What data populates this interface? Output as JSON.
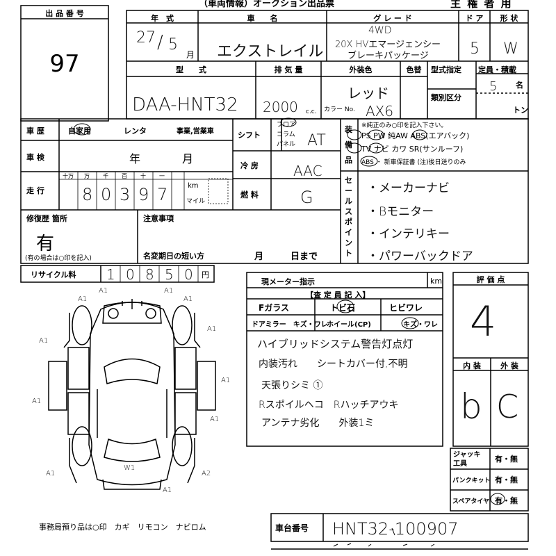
{
  "header": {
    "title_cut": "（車両情報）オークション出品票",
    "right_title": "主 権 者 用",
    "lot_label": "出 品 番 号",
    "lot_number": "97"
  },
  "vehicle": {
    "year_label": "年　式",
    "year_value": "27",
    "year_sep": "/",
    "month_value": "5",
    "month_unit": "月",
    "name_label": "車　　名",
    "name_value": "エクストレイル",
    "grade_label": "グ レ ー ド",
    "grade_lines": [
      "4WD",
      "20X HVエマージェンシー",
      "ブレーキパッケージ"
    ],
    "doors_label": "ド ア",
    "doors_value": "5",
    "shape_label": "形 状",
    "shape_value": "W",
    "model_label": "型　　式",
    "model_value": "DAA-HNT32",
    "displacement_label": "排 気 量",
    "displacement_value": "2000",
    "cc_unit": "c.c.",
    "color_label": "外装色",
    "color_value": "レッド",
    "color_code_label": "カラー No.",
    "color_code_value": "AX6",
    "color_change_label": "色替",
    "type_designation_label": "型式指定",
    "category_label": "類別区分",
    "capacity_label": "定員・積載",
    "capacity_value": "5",
    "capacity_unit": "名",
    "ton_unit": "トン"
  },
  "history": {
    "label": "車 歴",
    "options": [
      "自家用",
      "レンタ",
      "事業,営業車"
    ],
    "shaken_label": "車 検",
    "shaken_year": "年",
    "shaken_month": "月",
    "mileage_label": "走 行",
    "digit_units": [
      "十万",
      "万",
      "千",
      "百",
      "十",
      "一"
    ],
    "mileage_digits": [
      "8",
      "0",
      "3",
      "9",
      "7"
    ],
    "km_label": "km",
    "mile_label": "マイル"
  },
  "specs": {
    "shift_label": "シフト",
    "shift_options": [
      "フロア",
      "コラム",
      "パネル"
    ],
    "shift_value": "AT",
    "ac_label": "冷 房",
    "ac_value": "AAC",
    "fuel_label": "燃 料",
    "fuel_value": "G"
  },
  "equipment": {
    "label": "装備品",
    "note": "※純正のみ○印を記入下さい。",
    "line1": "PS PW 純AW ABS(エアバック)",
    "line2": "TV ナビ カワ SR(サンルーフ)",
    "line3": "ABS ・ 新車保証書 (注)後日送りのみ"
  },
  "sales_points": {
    "label": "セールスポイント",
    "items": [
      "・メーカーナビ",
      "・Bモニター",
      "・インテリキー",
      "・パワーバックドア"
    ]
  },
  "repair": {
    "label": "修復歴 箇所",
    "value": "有",
    "note": "(有の場合は○印を記入)"
  },
  "notes": {
    "label": "注意事項",
    "deadline_label": "名変期日の短い方",
    "month": "月",
    "day_until": "日まで"
  },
  "recycle": {
    "label": "リサイクル料",
    "digits": [
      "1",
      "0",
      "8",
      "5",
      "0"
    ],
    "unit": "円"
  },
  "diagram": {
    "marks": [
      "A1",
      "A1",
      "A1",
      "A1",
      "A1",
      "A1",
      "A1",
      "A1",
      "A1",
      "A1",
      "A2",
      "A1",
      "W1"
    ],
    "footer": "事務局預り品は○印　カギ　リモコン　ナビロム"
  },
  "inspection": {
    "meter_label": "現メーター指示",
    "km_unit": "km",
    "inspector_label": "【査 定 員 記 入】",
    "row1": [
      "Fガラス",
      "トビ石",
      "ヒビワレ"
    ],
    "row2": [
      "ドアミラー　キズ・ワレ",
      "ホイール(CP)",
      "キズ・ワレ"
    ],
    "remarks": [
      "ハイブリッドシステム警告灯点灯",
      "内装汚れ　　シートカバー付,不明",
      "天張りシミ ①",
      "Rスポイルヘコ　Rハッチアウキ",
      "アンテナ劣化　　外装1ミ"
    ]
  },
  "scores": {
    "label": "評 価 点",
    "overall": "4",
    "interior_label": "内 装",
    "exterior_label": "外 装",
    "interior_grade": "b",
    "exterior_grade": "C"
  },
  "tools": {
    "jack_label": "ジャッキ 工具",
    "jack_value": "有・無",
    "puncture_label": "パンクキット",
    "puncture_value": "有・無",
    "spare_label": "スペアタイヤ",
    "spare_value": "有・無"
  },
  "chassis": {
    "label": "車台番号",
    "value": "HNT32-100907"
  }
}
